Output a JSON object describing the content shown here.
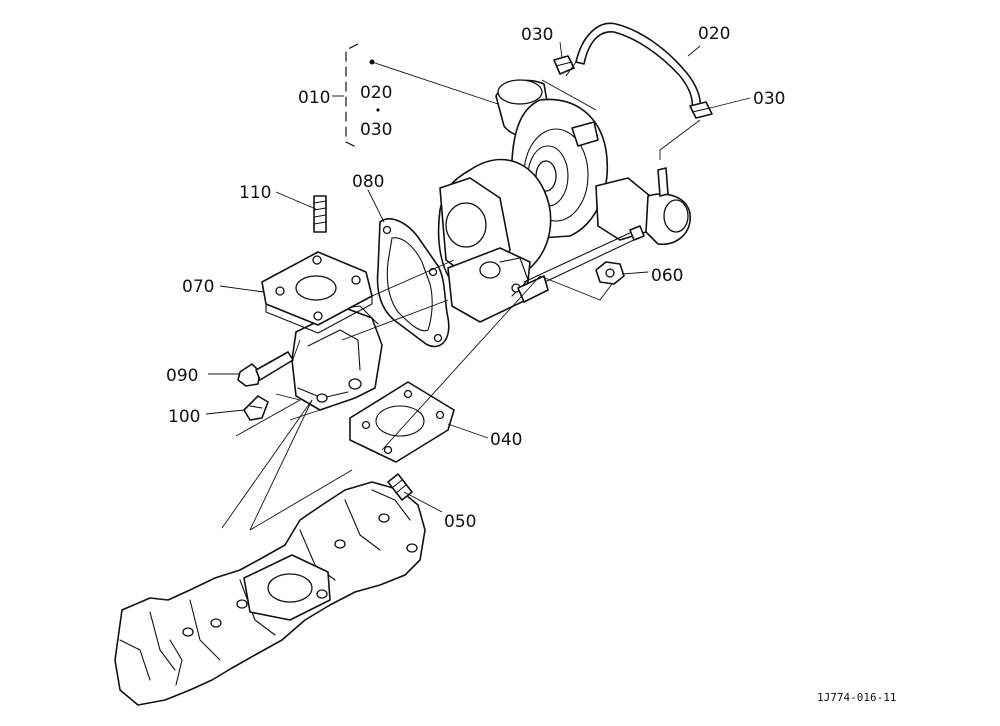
{
  "callouts": {
    "p010": "010",
    "p020_hose": "020",
    "p020_set": "020",
    "p030_top": "030",
    "p030_right": "030",
    "p030_set": "030",
    "p040": "040",
    "p050": "050",
    "p060": "060",
    "p070": "070",
    "p080": "080",
    "p090": "090",
    "p100": "100",
    "p110": "110"
  },
  "reference_code": "1J774-016-11",
  "line_color": "#111111",
  "background": "#ffffff"
}
